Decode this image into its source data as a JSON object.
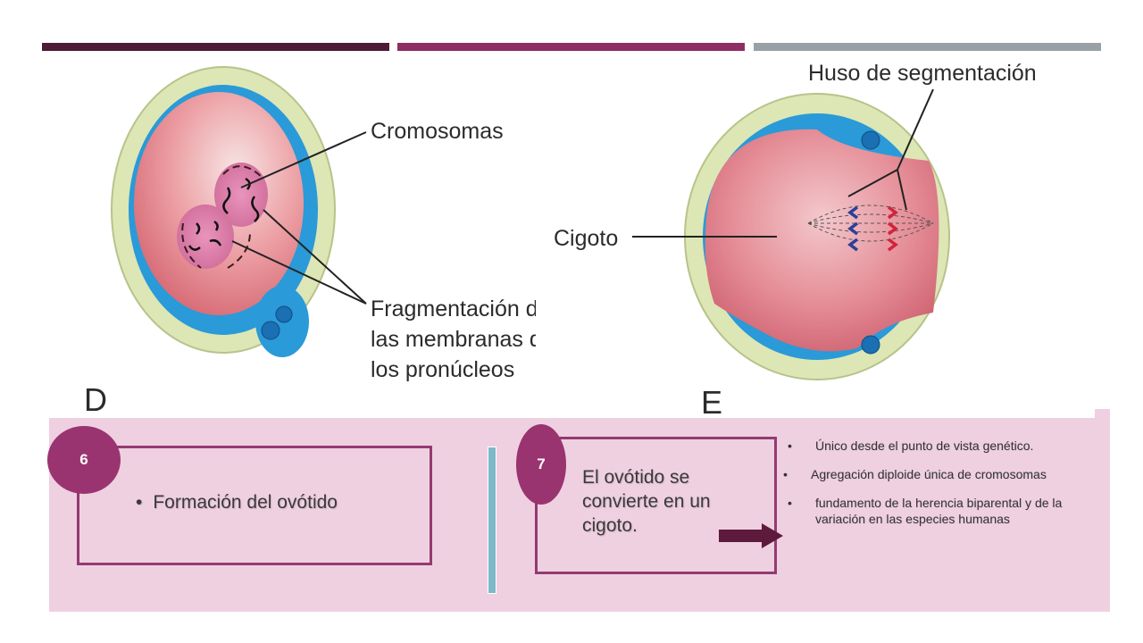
{
  "figure_d": {
    "letter": "D",
    "labels": {
      "chromosomes": "Cromosomas",
      "fragmentation": [
        "Fragmentación de",
        "las membranas de",
        "los pronúcleos"
      ]
    }
  },
  "figure_e": {
    "letter": "E",
    "labels": {
      "spindle": "Huso de segmentación",
      "zygote": "Cigoto"
    }
  },
  "step6": {
    "number": "6",
    "text": "Formación del ovótido"
  },
  "step7": {
    "number": "7",
    "text": "El ovótido se convierte en un cigoto."
  },
  "bullets": [
    "Único desde el punto de vista genético.",
    "Agregación diploide única de cromosomas",
    "fundamento de la herencia biparental y de la variación en las especies humanas"
  ],
  "colors": {
    "bar_dark": "#4e1b36",
    "bar_mid": "#8e2e62",
    "bar_gray": "#9aa1a6",
    "panel_pink": "#efd0e1",
    "accent_magenta": "#9a3470",
    "divider_blue": "#7fb8c9"
  }
}
